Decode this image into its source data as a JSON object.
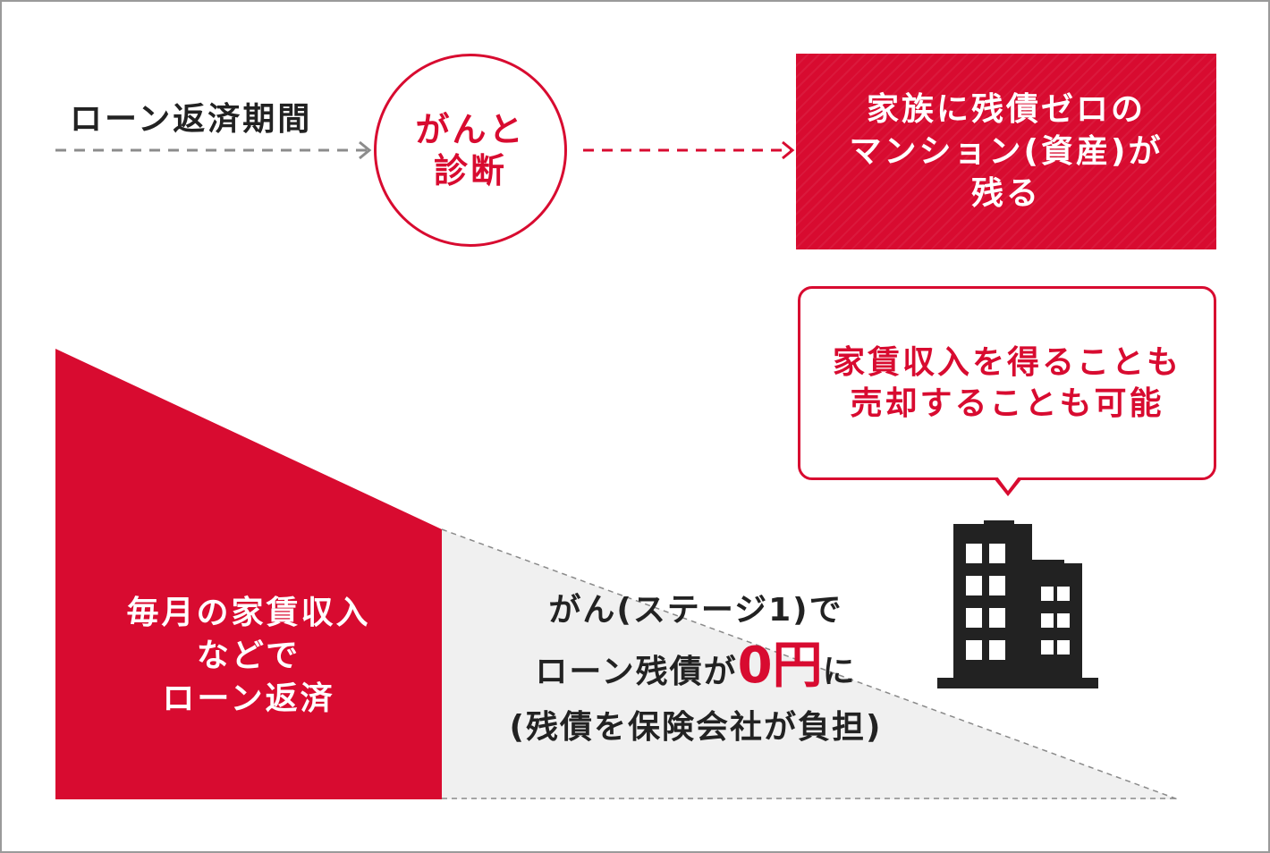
{
  "flow": {
    "period_label": "ローン返済期間",
    "event_label": "がんと\n診断",
    "result_label": "家族に残債ゼロの\nマンション(資産)が\n残る"
  },
  "callout": {
    "text": "家賃収入を得ることも\n売却することも可能"
  },
  "loan_area": {
    "paid_label": "毎月の家賃収入\nなどで\nローン返済",
    "covered_line1": "がん(ステージ1)で",
    "covered_line2_pre": "ローン残債が",
    "covered_line2_amount": "0円",
    "covered_line2_post": "に",
    "covered_line3": "(残債を保険会社が負担)"
  },
  "colors": {
    "accent_red": "#d80b30",
    "grey_fill": "#f0f0f0",
    "dark": "#222222",
    "arrow_grey": "#8c8c8c"
  },
  "icons": {
    "building": "office-building-icon"
  }
}
